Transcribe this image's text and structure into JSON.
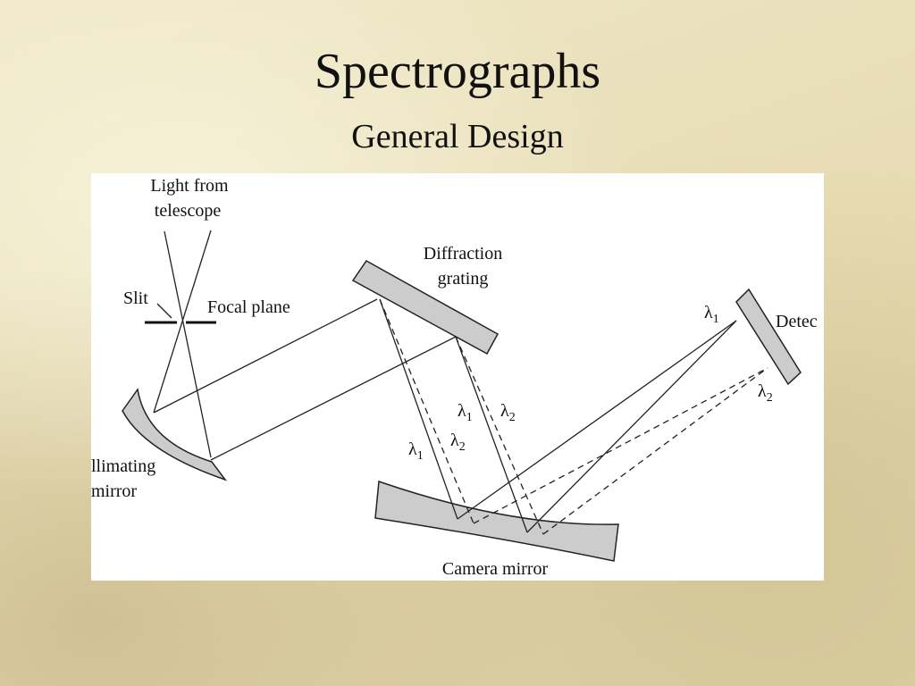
{
  "slide": {
    "title": "Spectrographs",
    "subtitle": "General Design"
  },
  "diagram": {
    "labels": {
      "light_line1": "Light from",
      "light_line2": "telescope",
      "slit": "Slit",
      "focal_plane": "Focal plane",
      "grating_line1": "Diffraction",
      "grating_line2": "grating",
      "collimating_line1": "llimating",
      "collimating_line2": "mirror",
      "camera": "Camera mirror",
      "detector": "Detec"
    },
    "wavelengths": {
      "lambda": "λ",
      "sub1": "1",
      "sub2": "2"
    },
    "colors": {
      "optic_fill": "#cccccc",
      "background_panel": "#ffffff"
    }
  }
}
